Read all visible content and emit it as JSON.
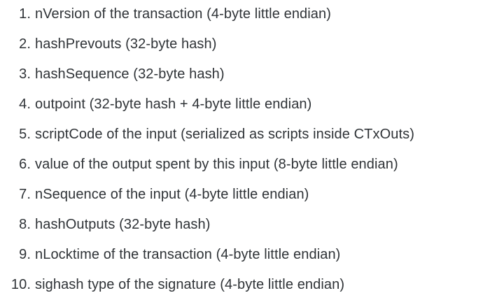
{
  "page": {
    "background": "#ffffff",
    "text_color": "#2f3337"
  },
  "list": {
    "type": "ordered",
    "start": 1,
    "items": [
      "nVersion of the transaction (4-byte little endian)",
      "hashPrevouts (32-byte hash)",
      "hashSequence (32-byte hash)",
      "outpoint (32-byte hash + 4-byte little endian)",
      "scriptCode of the input (serialized as scripts inside CTxOuts)",
      "value of the output spent by this input (8-byte little endian)",
      "nSequence of the input (4-byte little endian)",
      "hashOutputs (32-byte hash)",
      "nLocktime of the transaction (4-byte little endian)",
      "sighash type of the signature (4-byte little endian)"
    ]
  }
}
